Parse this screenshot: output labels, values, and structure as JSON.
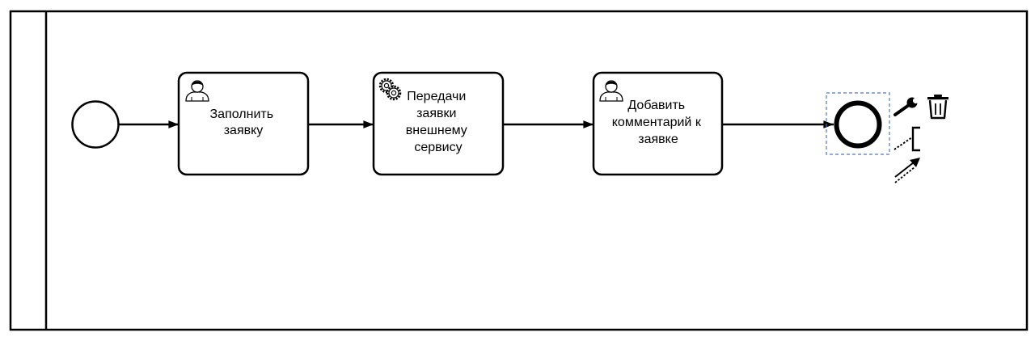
{
  "diagram": {
    "tasks": [
      {
        "id": "task-fill-request",
        "type": "user",
        "lines": [
          "Заполнить",
          "заявку"
        ]
      },
      {
        "id": "task-send-external",
        "type": "service",
        "lines": [
          "Передачи",
          "заявки",
          "внешнему",
          "сервису"
        ]
      },
      {
        "id": "task-add-comment",
        "type": "user",
        "lines": [
          "Добавить",
          "комментарий к",
          "заявке"
        ]
      }
    ],
    "context_pad": {
      "icons": [
        "wrench-icon",
        "trash-icon",
        "text-annotation-icon",
        "connect-arrow-icon"
      ]
    }
  }
}
